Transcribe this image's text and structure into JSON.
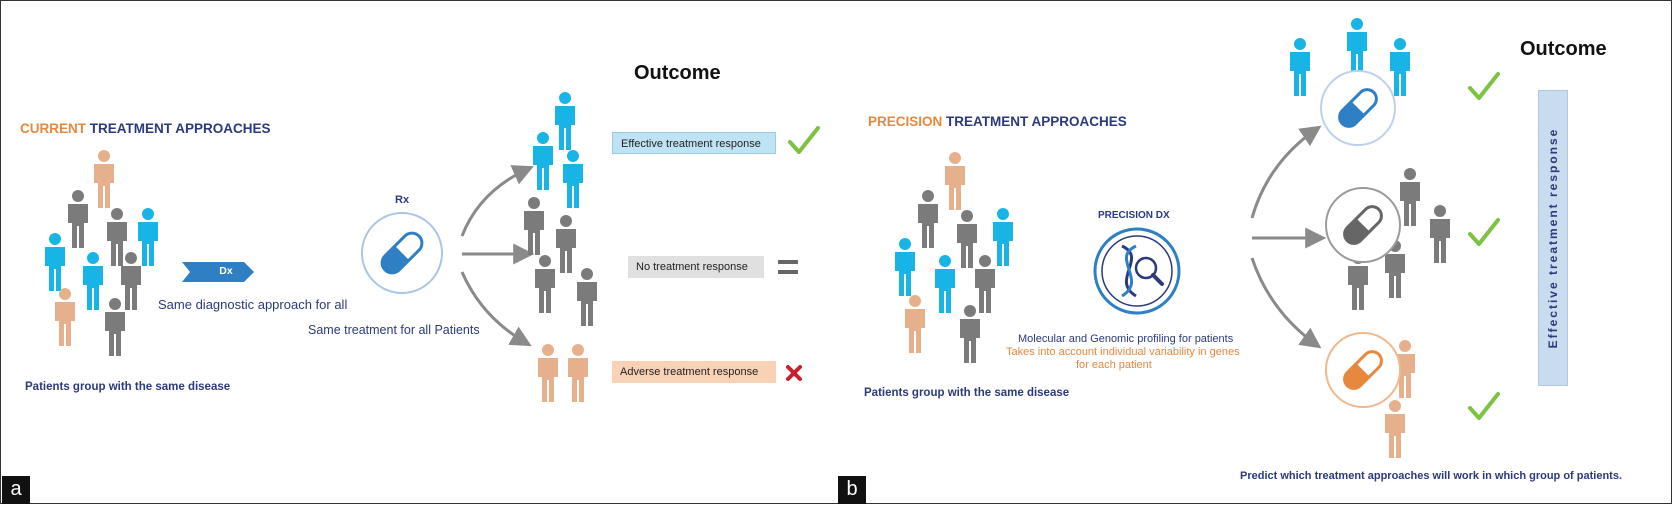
{
  "panel_a": {
    "label": "a",
    "heading_accent": "CURRENT",
    "heading_rest": "TREATMENT APPROACHES",
    "group_caption": "Patients group with the same disease",
    "dx_label": "Dx",
    "dx_caption": "Same diagnostic approach for all",
    "rx_label": "Rx",
    "rx_caption": "Same treatment for all Patients",
    "outcome_title": "Outcome",
    "responses": {
      "effective": "Effective treatment response",
      "none": "No treatment response",
      "adverse": "Adverse treatment response"
    }
  },
  "panel_b": {
    "label": "b",
    "heading_accent": "PRECISION",
    "heading_rest": "TREATMENT APPROACHES",
    "group_caption": "Patients group with the same disease",
    "dx_title": "PRECISION DX",
    "dx_caption_line1": "Molecular and Genomic profiling for patients",
    "dx_caption_line2": "Takes into account individual variability in genes",
    "dx_caption_line3": "for each patient",
    "outcome_title": "Outcome",
    "vertical_label": "Effective   treatment response",
    "bottom_caption": "Predict which treatment approaches will work in which group of patients."
  },
  "colors": {
    "blue_person": "#19b4e6",
    "gray_person": "#7b7b7b",
    "tan_person": "#e6b08c",
    "navy": "#2b3a7c",
    "orange": "#e8883d",
    "check_green": "#7dc242",
    "cross_red": "#c8202e",
    "pill_blue": "#2f7fc4",
    "pill_gray": "#666666",
    "pill_orange": "#e8883d",
    "effective_box": "#bfe3f5",
    "none_box": "#e0e0e0",
    "adverse_box": "#f9d2b5"
  },
  "icons": [
    "person-icon",
    "pill-icon",
    "dna-magnifier-icon",
    "check-icon",
    "cross-icon",
    "equals-icon",
    "arrow-icon",
    "dx-arrow-icon"
  ]
}
